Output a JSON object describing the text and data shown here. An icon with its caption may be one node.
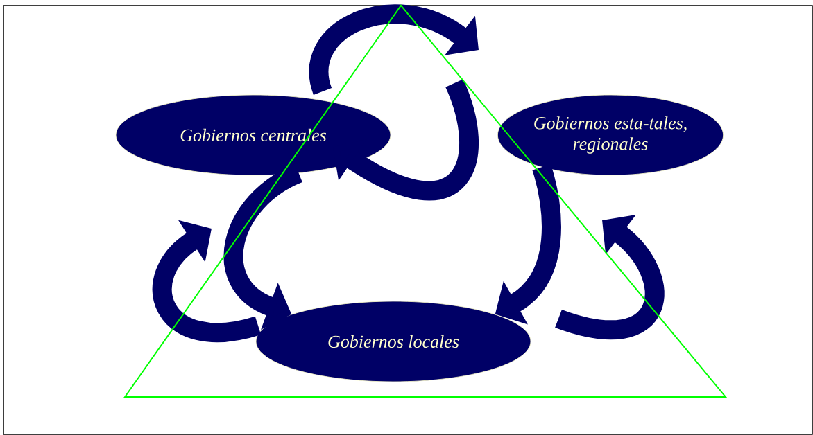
{
  "diagram": {
    "nodes": [
      {
        "text": [
          "Gobiernos centrales"
        ]
      },
      {
        "text": [
          "Gobiernos esta-tales, regionales"
        ]
      },
      {
        "text": [
          "Gobiernos locales"
        ]
      }
    ],
    "edges": [
      {
        "from": 0,
        "to": 2,
        "arrow": "to"
      },
      {
        "from": 1,
        "to": 2,
        "arrow": "to"
      }
    ]
  }
}
